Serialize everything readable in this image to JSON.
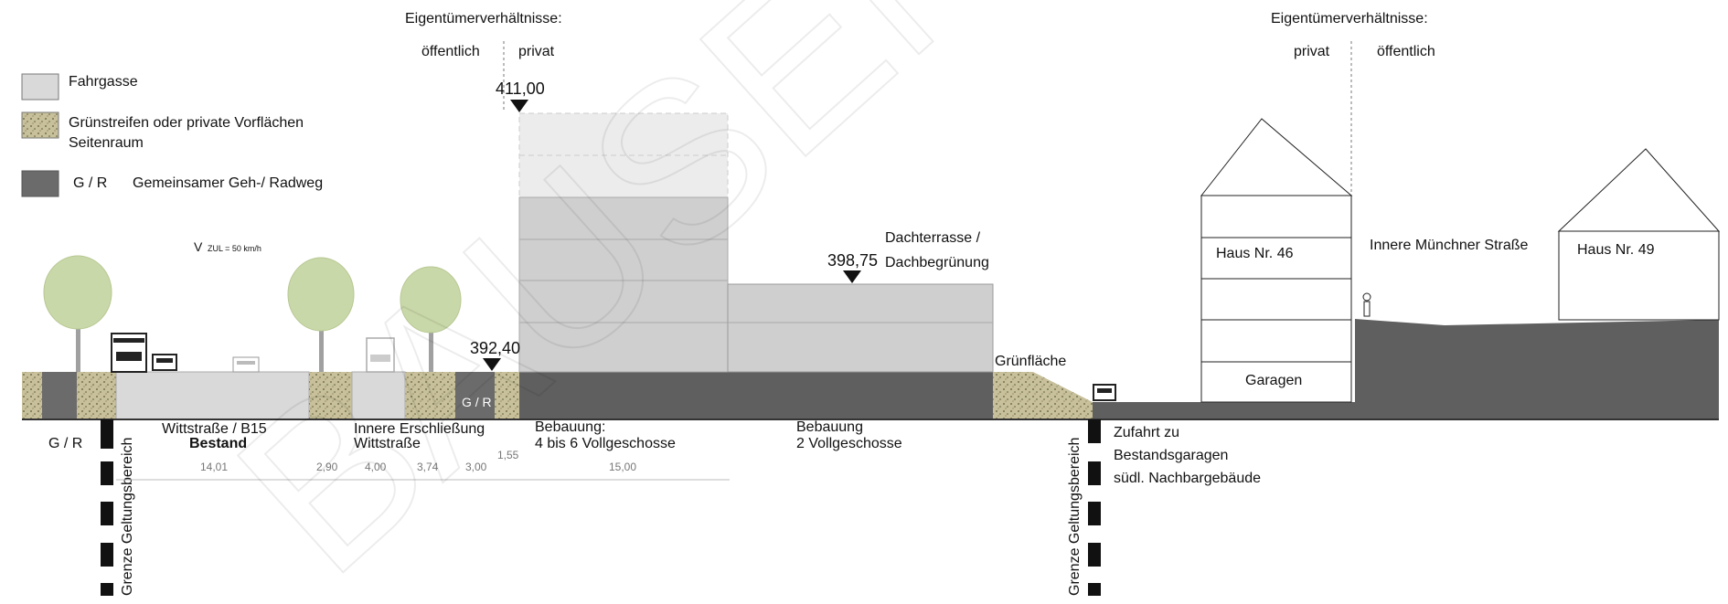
{
  "ownership": {
    "left": {
      "title": "Eigentümerverhältnisse:",
      "public": "öffentlich",
      "private": "privat"
    },
    "right": {
      "title": "Eigentümerverhältnisse:",
      "private": "privat",
      "public": "öffentlich"
    }
  },
  "legend": {
    "items": [
      {
        "label": "Fahrgasse",
        "color": "#d9d9d9"
      },
      {
        "label": "Grünstreifen oder private Vorflächen",
        "label2": "Seitenraum",
        "color": "#c7c09a"
      },
      {
        "code": "G / R",
        "label": "Gemeinsamer Geh-/ Radweg",
        "color": "#6b6b6b"
      }
    ]
  },
  "speed_label": "V",
  "speed_sub": "ZUL = 50 km/h",
  "elevations": {
    "top": "411,00",
    "roof": "398,75",
    "ground": "392,40"
  },
  "labels": {
    "gr_ground": "G / R",
    "gr_left": "G / R",
    "roof_terrace": "Dachterrasse /",
    "roof_green": "Dachbegrünung",
    "green_area": "Grünfläche",
    "street_a": "Wittstraße / B15",
    "street_b": "Bestand",
    "inner_a": "Innere Erschließung",
    "inner_b": "Wittstraße",
    "build1_a": "Bebauung:",
    "build1_b": "4 bis 6 Vollgeschosse",
    "build2_a": "Bebauung",
    "build2_b": "2 Vollgeschosse",
    "boundary": "Grenze Geltungsbereich",
    "access_a": "Zufahrt zu",
    "access_b": "Bestandsgaragen",
    "access_c": "südl. Nachbargebäude",
    "haus46": "Haus Nr. 46",
    "garagen": "Garagen",
    "inner_street": "Innere Münchner Straße",
    "haus49": "Haus Nr. 49",
    "watermark": "BAUSEN"
  },
  "dimensions": [
    "14,01",
    "2,90",
    "4,00",
    "3,74",
    "3,00",
    "1,55",
    "15,00"
  ],
  "colors": {
    "road": "#d9d9d9",
    "green_strip": "#c7c09a",
    "path": "#6b6b6b",
    "ground": "#5f5f5f",
    "building": "#cfcfcf",
    "tree": "#c9d8a8"
  }
}
